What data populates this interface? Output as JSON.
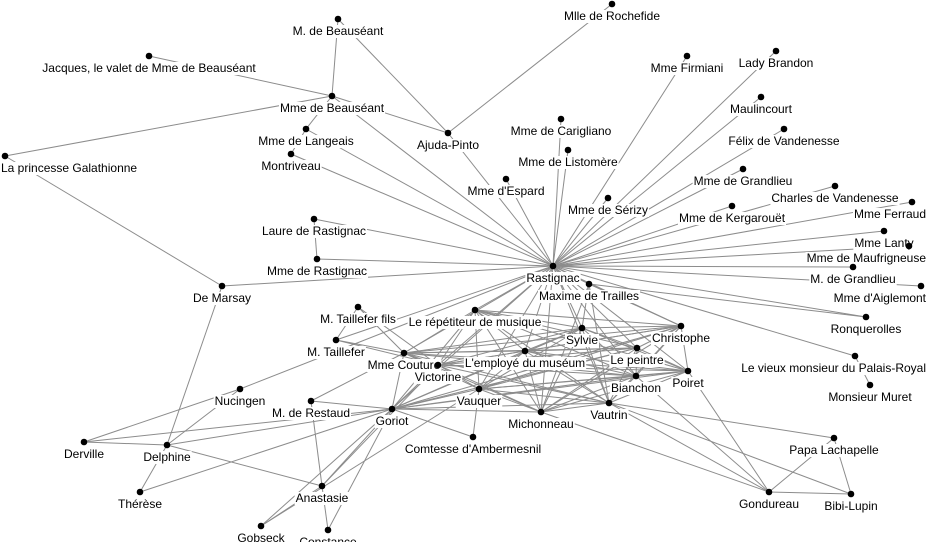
{
  "title": "Character network",
  "colors": {
    "edge": "#8c8c8c",
    "node": "#000000",
    "background": "#ffffff"
  },
  "nodes": [
    "M. de Beauséant",
    "Mlle de Rochefide",
    "Jacques, le valet de Mme de Beauséant",
    "Mme de Beauséant",
    "La princesse Galathionne",
    "Mme de Langeais",
    "Montriveau",
    "Ajuda-Pinto",
    "Mme de Carigliano",
    "Mme de Listomère",
    "Mme d'Espard",
    "Mme Firmiani",
    "Lady Brandon",
    "Maulincourt",
    "Félix de Vandenesse",
    "Mme de Grandlieu",
    "Mme de Sérizy",
    "Charles de Vandenesse",
    "Mme Ferraud",
    "Mme de Kergarouët",
    "Laure de Rastignac",
    "Mme Lanty",
    "Mme de Maufrigneuse",
    "Rastignac",
    "Mme de Rastignac",
    "M. de Grandlieu",
    "Mme d'Aiglemont",
    "De Marsay",
    "Maxime de Trailles",
    "M. Taillefer fils",
    "Le répétiteur de musique",
    "Ronquerolles",
    "Christophe",
    "Sylvie",
    "M. Taillefer",
    "Le peintre",
    "L'employé du muséum",
    "Mme Couture",
    "Le vieux monsieur du Palais-Royal",
    "Victorine",
    "Poiret",
    "Bianchon",
    "Vauquer",
    "Nucingen",
    "Monsieur Muret",
    "M. de Restaud",
    "Goriot",
    "Vautrin",
    "Michonneau",
    "Comtesse d'Ambermesnil",
    "Derville",
    "Papa Lachapelle",
    "Delphine",
    "Thérèse",
    "Anastasie",
    "Gondureau",
    "Bibi-Lupin",
    "Gobseck",
    "Constance"
  ],
  "clique": [
    "Vauquer",
    "Michonneau",
    "Vautrin",
    "Poiret",
    "Bianchon",
    "Christophe",
    "Sylvie",
    "Le peintre",
    "L'employé du muséum",
    "Le répétiteur de musique",
    "Mme Couture",
    "Victorine",
    "Goriot",
    "Rastignac"
  ],
  "edges": [
    [
      "M. de Beauséant",
      "Mme de Beauséant"
    ],
    [
      "M. de Beauséant",
      "Ajuda-Pinto"
    ],
    [
      "Jacques, le valet de Mme de Beauséant",
      "Mme de Beauséant"
    ],
    [
      "Mme de Beauséant",
      "La princesse Galathionne"
    ],
    [
      "Mme de Beauséant",
      "Mme de Langeais"
    ],
    [
      "Mme de Beauséant",
      "Ajuda-Pinto"
    ],
    [
      "Mme de Beauséant",
      "Rastignac"
    ],
    [
      "Mme de Langeais",
      "Montriveau"
    ],
    [
      "Mme de Langeais",
      "Rastignac"
    ],
    [
      "Montriveau",
      "Rastignac"
    ],
    [
      "La princesse Galathionne",
      "De Marsay"
    ],
    [
      "Laure de Rastignac",
      "Mme de Rastignac"
    ],
    [
      "Laure de Rastignac",
      "Rastignac"
    ],
    [
      "Mme de Rastignac",
      "Rastignac"
    ],
    [
      "De Marsay",
      "Rastignac"
    ],
    [
      "De Marsay",
      "Delphine"
    ],
    [
      "Ajuda-Pinto",
      "Mlle de Rochefide"
    ],
    [
      "Ajuda-Pinto",
      "Rastignac"
    ],
    [
      "Mme d'Espard",
      "Rastignac"
    ],
    [
      "Mme de Carigliano",
      "Rastignac"
    ],
    [
      "Mme de Listomère",
      "Rastignac"
    ],
    [
      "Mme de Sérizy",
      "Rastignac"
    ],
    [
      "Mme Firmiani",
      "Rastignac"
    ],
    [
      "Lady Brandon",
      "Rastignac"
    ],
    [
      "Maulincourt",
      "Rastignac"
    ],
    [
      "Félix de Vandenesse",
      "Rastignac"
    ],
    [
      "Mme de Grandlieu",
      "Rastignac"
    ],
    [
      "Charles de Vandenesse",
      "Rastignac"
    ],
    [
      "Mme de Kergarouët",
      "Rastignac"
    ],
    [
      "Mme Ferraud",
      "Rastignac"
    ],
    [
      "Mme Lanty",
      "Rastignac"
    ],
    [
      "Mme de Maufrigneuse",
      "Rastignac"
    ],
    [
      "M. de Grandlieu",
      "Rastignac"
    ],
    [
      "Mme d'Aiglemont",
      "Rastignac"
    ],
    [
      "Ronquerolles",
      "Rastignac"
    ],
    [
      "Le vieux monsieur du Palais-Royal",
      "Rastignac"
    ],
    [
      "Le vieux monsieur du Palais-Royal",
      "Monsieur Muret"
    ],
    [
      "Maxime de Trailles",
      "Rastignac"
    ],
    [
      "Maxime de Trailles",
      "Ronquerolles"
    ],
    [
      "Maxime de Trailles",
      "Sylvie"
    ],
    [
      "Maxime de Trailles",
      "Vautrin"
    ],
    [
      "Maxime de Trailles",
      "Christophe"
    ],
    [
      "Maxime de Trailles",
      "Michonneau"
    ],
    [
      "Nucingen",
      "Rastignac"
    ],
    [
      "Nucingen",
      "Derville"
    ],
    [
      "Nucingen",
      "Delphine"
    ],
    [
      "M. Taillefer",
      "Rastignac"
    ],
    [
      "M. Taillefer",
      "Mme Couture"
    ],
    [
      "M. Taillefer",
      "Victorine"
    ],
    [
      "M. Taillefer fils",
      "M. Taillefer"
    ],
    [
      "M. Taillefer fils",
      "Mme Couture"
    ],
    [
      "M. Taillefer fils",
      "Victorine"
    ],
    [
      "M. de Restaud",
      "Mme Couture"
    ],
    [
      "M. de Restaud",
      "Goriot"
    ],
    [
      "M. de Restaud",
      "Anastasie"
    ],
    [
      "Derville",
      "Goriot"
    ],
    [
      "Derville",
      "Delphine"
    ],
    [
      "Delphine",
      "Goriot"
    ],
    [
      "Delphine",
      "Anastasie"
    ],
    [
      "Delphine",
      "Thérèse"
    ],
    [
      "Thérèse",
      "Goriot"
    ],
    [
      "Goriot",
      "Anastasie"
    ],
    [
      "Goriot",
      "Gobseck"
    ],
    [
      "Goriot",
      "Constance"
    ],
    [
      "Anastasie",
      "Gobseck"
    ],
    [
      "Anastasie",
      "Constance"
    ],
    [
      "Gobseck",
      "Vauquer"
    ],
    [
      "Anastasie",
      "Victorine"
    ],
    [
      "Goriot",
      "Comtesse d'Ambermesnil"
    ],
    [
      "Vauquer",
      "Comtesse d'Ambermesnil"
    ],
    [
      "Vautrin",
      "Papa Lachapelle"
    ],
    [
      "Vautrin",
      "Gondureau"
    ],
    [
      "Vautrin",
      "Bibi-Lupin"
    ],
    [
      "Michonneau",
      "Gondureau"
    ],
    [
      "Bianchon",
      "Gondureau"
    ],
    [
      "Poiret",
      "Gondureau"
    ],
    [
      "Gondureau",
      "Papa Lachapelle"
    ],
    [
      "Gondureau",
      "Bibi-Lupin"
    ],
    [
      "Papa Lachapelle",
      "Bibi-Lupin"
    ]
  ]
}
